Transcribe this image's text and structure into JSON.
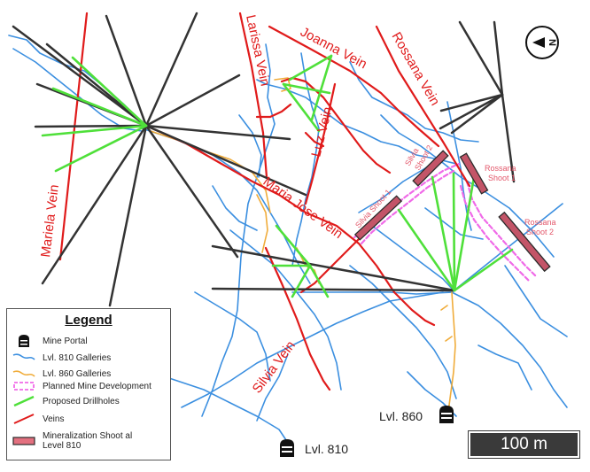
{
  "veins": [
    {
      "id": "joanna",
      "label": "Joanna Vein"
    },
    {
      "id": "rossana",
      "label": "Rossana Vein"
    },
    {
      "id": "larissa",
      "label": "Larissa Vein"
    },
    {
      "id": "luz",
      "label": "Luz Vein"
    },
    {
      "id": "mariela",
      "label": "Mariela Vein"
    },
    {
      "id": "maria_jose",
      "label": "Maria Jose Vein"
    },
    {
      "id": "silvia",
      "label": "Silvia Vein"
    }
  ],
  "shoots": [
    {
      "id": "silvia1",
      "label": "Silvia Shoot 1"
    },
    {
      "id": "silvia2_a",
      "label": "Silvia"
    },
    {
      "id": "silvia2_b",
      "label": "Shoot 2"
    },
    {
      "id": "rossana1_a",
      "label": "Rossana"
    },
    {
      "id": "rossana1_b",
      "label": "Shoot 1"
    },
    {
      "id": "rossana2_a",
      "label": "Rossana"
    },
    {
      "id": "rossana2_b",
      "label": "Shoot 2"
    }
  ],
  "portals": [
    {
      "id": "lvl860",
      "label": "Lvl. 860"
    },
    {
      "id": "lvl810",
      "label": "Lvl. 810"
    }
  ],
  "legend": {
    "title": "Legend",
    "items": [
      {
        "symbol": "portal",
        "label": "Mine Portal"
      },
      {
        "symbol": "gallery-810",
        "label": "Lvl. 810 Galleries"
      },
      {
        "symbol": "gallery-860",
        "label": "Lvl. 860 Galleries"
      },
      {
        "symbol": "planned",
        "label": "Planned Mine Development"
      },
      {
        "symbol": "drillhole",
        "label": "Proposed Drillholes"
      },
      {
        "symbol": "vein",
        "label": "Veins"
      },
      {
        "symbol": "shoot",
        "label": "Mineralization Shoot al Level 810"
      }
    ]
  },
  "scale_bar": {
    "label": "100 m"
  },
  "north_arrow": {
    "letter": "N"
  },
  "colors": {
    "vein": "#e01b1b",
    "gallery810": "#3b8fe0",
    "gallery860": "#f0ac3a",
    "drillhole": "#4fe03a",
    "existing_hole": "#333333",
    "planned": "#f06ae8",
    "shoot_fill": "#c35568",
    "shoot_text": "#e3586b"
  }
}
